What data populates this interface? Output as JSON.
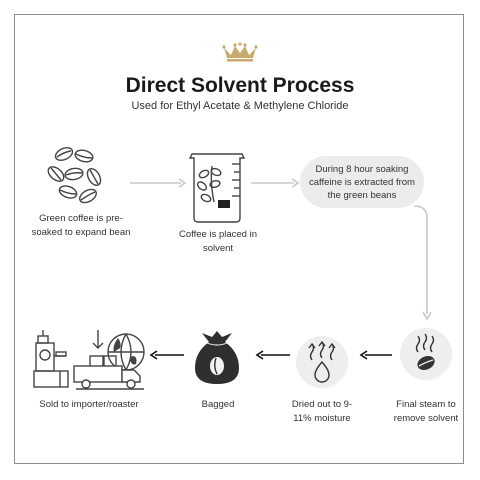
{
  "header": {
    "title": "Direct Solvent Process",
    "subtitle": "Used for Ethyl Acetate & Methylene Chloride"
  },
  "steps": [
    {
      "label_line1": "Green coffee is pre-",
      "label_line2": "soaked to expand bean",
      "icon": "coffee-beans-icon"
    },
    {
      "label_line1": "Coffee is placed in",
      "label_line2": "solvent",
      "icon": "beaker-icon"
    },
    {
      "label_line1": "During 8 hour soaking",
      "label_line2": "caffeine is extracted from",
      "label_line3": "the green beans"
    },
    {
      "label_line1": "Final steam to",
      "label_line2": "remove solvent",
      "icon": "steam-bean-icon"
    },
    {
      "label_line1": "Dried out to 9-",
      "label_line2": "11% moisture",
      "icon": "drying-drop-icon"
    },
    {
      "label": "Bagged",
      "icon": "coffee-sack-icon"
    },
    {
      "label": "Sold to importer/roaster",
      "icon": "roaster-shipping-icon"
    }
  ],
  "colors": {
    "accent_crown": "#c9a96e",
    "arrow_light": "#c8c8c8",
    "arrow_dark": "#111111",
    "bubble_fill": "#ececec",
    "frame_border": "#8d8d8d"
  }
}
